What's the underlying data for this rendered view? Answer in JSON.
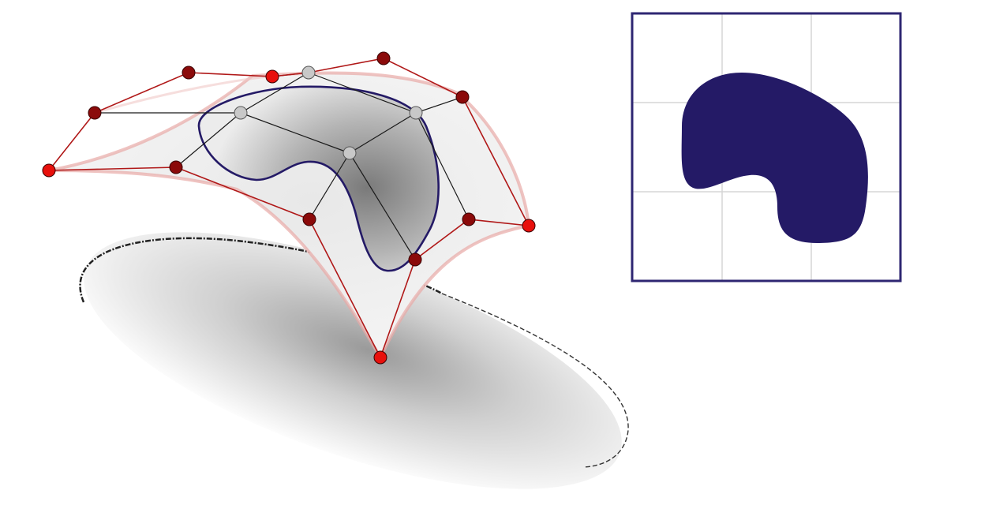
{
  "colors": {
    "boundary_control_point": "#8b0a0a",
    "corner_control_point": "#e8100c",
    "interior_control_point": "#c8c8c8",
    "boundary_net": "#b01818",
    "interior_net": "#1a1a1a",
    "trim_curve": "#241a66",
    "trim_region_fill": "#241a66",
    "parameter_grid_line": "#d6d6d6",
    "parameter_frame": "#2e2672",
    "surface_edge": "#e8a9a6",
    "shadow_outline": "#222222"
  },
  "parameter_domain": {
    "grid_cells": 3
  },
  "icons": {
    "control_point": "circle",
    "trimmed_region": "filled-blob"
  }
}
